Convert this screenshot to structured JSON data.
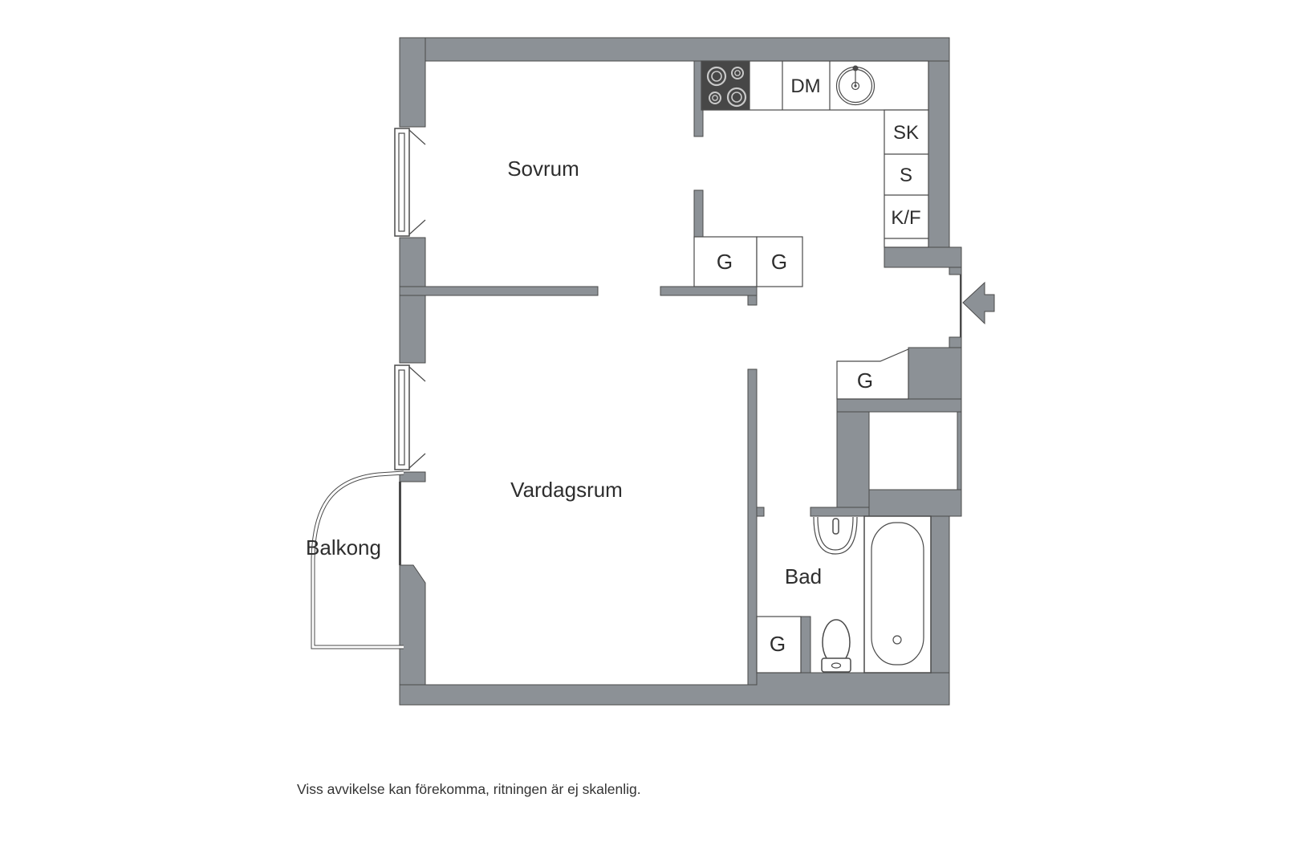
{
  "floor_plan": {
    "rooms": {
      "bedroom": "Sovrum",
      "living_room": "Vardagsrum",
      "balcony": "Balkong",
      "bathroom": "Bad"
    },
    "kitchen": {
      "dishwasher": "DM",
      "cabinet_sk": "SK",
      "cabinet_s": "S",
      "fridge_freezer": "K/F"
    },
    "wardrobes": {
      "kitchen_1": "G",
      "kitchen_2": "G",
      "hall": "G",
      "living_room": "G"
    },
    "colors": {
      "wall": "#8C9196",
      "line": "#4A4A4A",
      "stove": "#474747",
      "text": "#2E2E2E"
    },
    "icons": [
      "stove-icon",
      "kitchen-sink-icon",
      "washbasin-icon",
      "toilet-icon",
      "bathtub-icon",
      "window-icon",
      "entry-arrow-icon"
    ]
  },
  "footer": {
    "disclaimer": "Viss avvikelse kan förekomma, ritningen är ej skalenlig."
  }
}
